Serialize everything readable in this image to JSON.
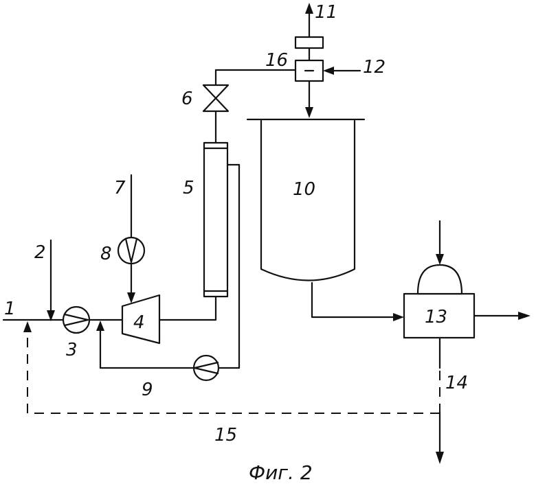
{
  "labels": {
    "l1": "1",
    "l2": "2",
    "l3": "3",
    "l4": "4",
    "l5": "5",
    "l6": "6",
    "l7": "7",
    "l8": "8",
    "l9": "9",
    "l10": "10",
    "l11": "11",
    "l12": "12",
    "l13": "13",
    "l14": "14",
    "l15": "15",
    "l16": "16"
  },
  "caption": "Фиг. 2"
}
